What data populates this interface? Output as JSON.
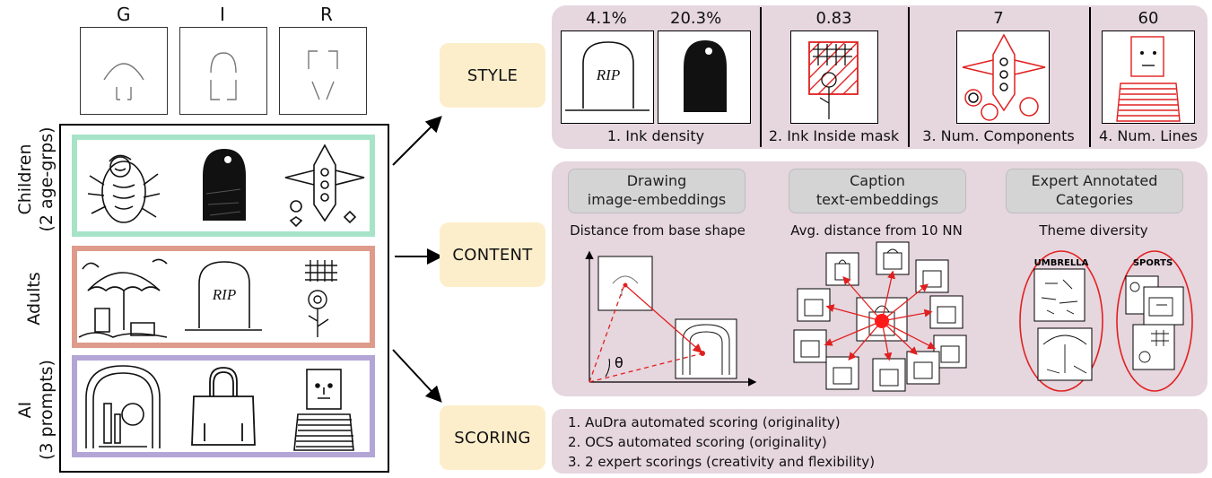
{
  "shape_columns": [
    "G",
    "I",
    "R"
  ],
  "row_labels": {
    "children": "Children\n(2 age-grps)",
    "adults": "Adults",
    "ai": "AI\n(3 prompts)"
  },
  "categories": {
    "style": "STYLE",
    "content": "CONTENT",
    "scoring": "SCORING"
  },
  "style_panel": {
    "ink_density": {
      "value_a": "4.1%",
      "value_b": "20.3%",
      "label": "1. Ink density",
      "rip_text": "RIP"
    },
    "ink_inside_mask": {
      "value": "0.83",
      "label": "2. Ink Inside mask"
    },
    "num_components": {
      "value": "7",
      "label": "3. Num. Components"
    },
    "num_lines": {
      "value": "60",
      "label": "4. Num. Lines"
    }
  },
  "content_panel": {
    "drawing": {
      "pill": "Drawing\nimage-embeddings",
      "caption": "Distance from base shape",
      "angle_symbol": "θ"
    },
    "caption": {
      "pill": "Caption\ntext-embeddings",
      "caption": "Avg. distance from 10 NN"
    },
    "expert": {
      "pill": "Expert Annotated\nCategories",
      "caption": "Theme diversity",
      "cluster_a": "UMBRELLA",
      "cluster_b": "SPORTS"
    }
  },
  "adult_rip_text": "RIP",
  "scoring_items": [
    "1. AuDra automated scoring (originality)",
    "2. OCS automated scoring (originality)",
    "3. 2 expert scorings (creativity and flexibility)"
  ],
  "colors": {
    "children": "#a7e3c7",
    "adults": "#de9b8c",
    "ai": "#b3a6d6",
    "tag": "#fdeecb",
    "panel": "#e6d6de",
    "accent_red": "#e02020"
  }
}
